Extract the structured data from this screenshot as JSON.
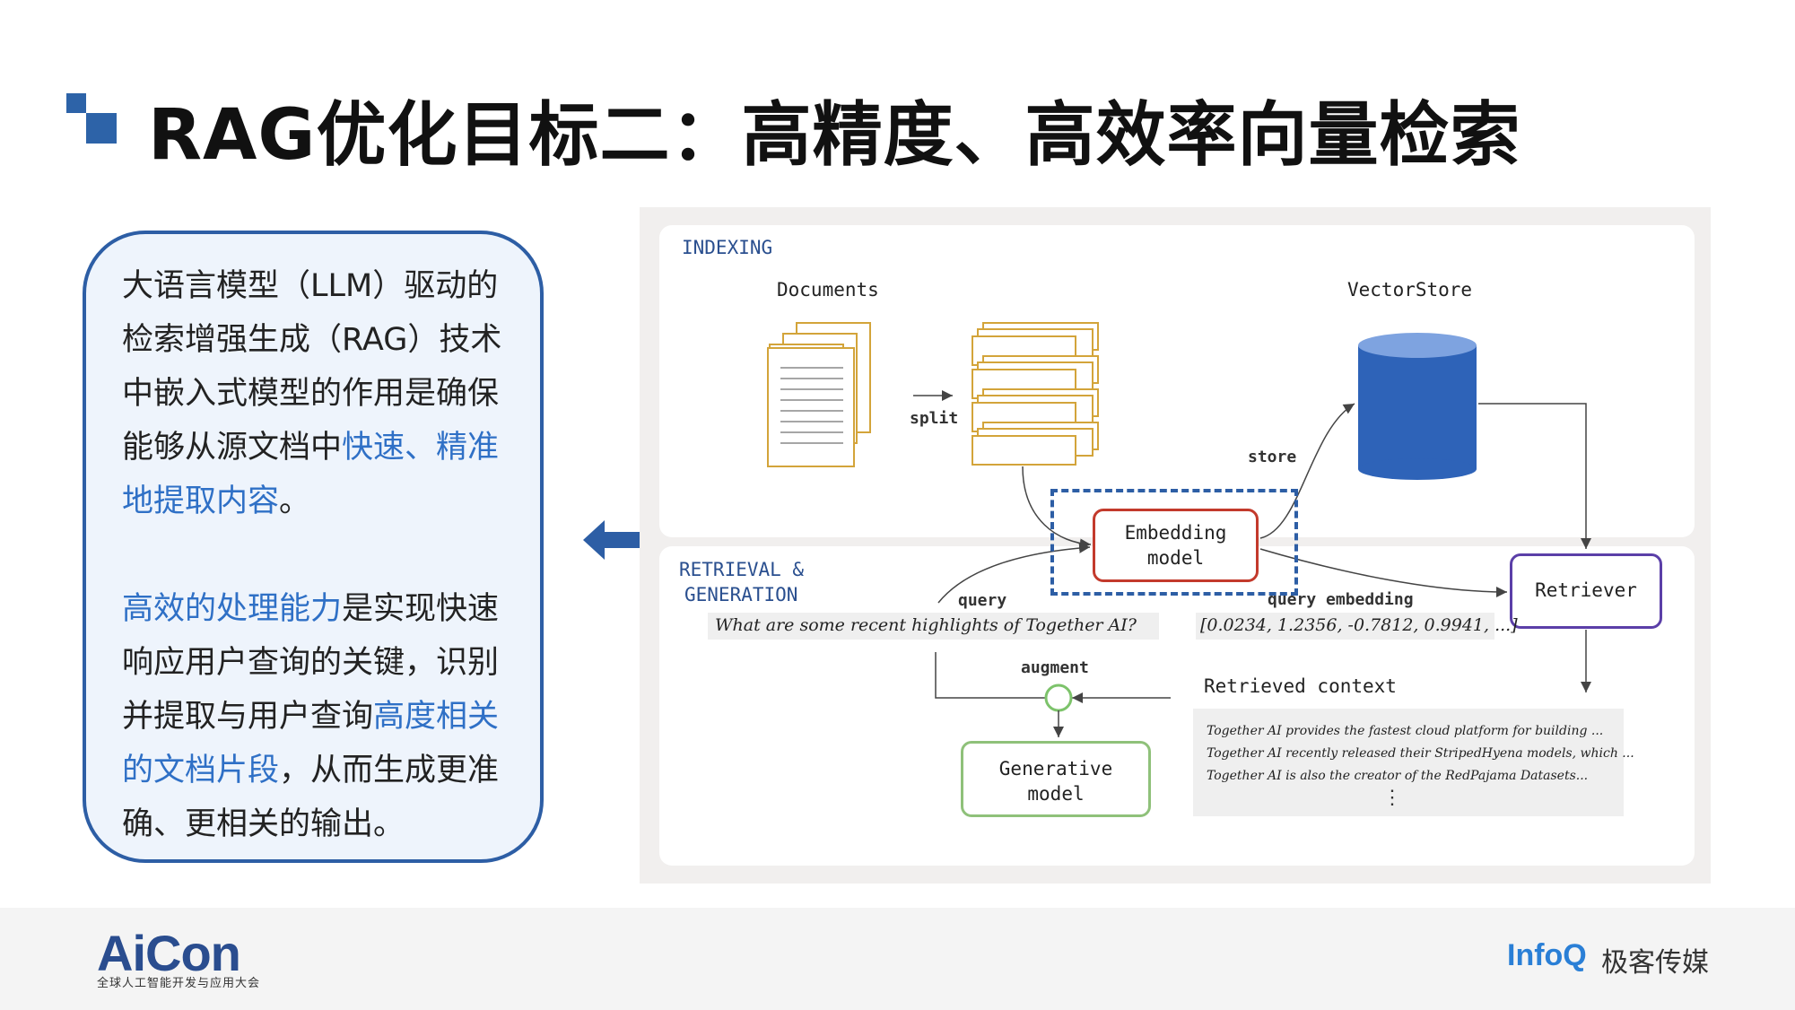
{
  "title": "RAG优化目标二：高精度、高效率向量检索",
  "left_panel": {
    "p1_a": "大语言模型（LLM）驱动的检索增强生成（RAG）技术中嵌入式模型的作用是确保能够从源文档中",
    "p1_hl": "快速、精准地提取内容",
    "p1_b": "。",
    "p2_hl1": "高效的处理能力",
    "p2_a": "是实现快速响应用户查询的关键，识别并提取与用户查询",
    "p2_hl2": "高度相关的文档片段",
    "p2_b": "，从而生成更准确、更相关的输出。"
  },
  "diagram": {
    "indexing_label": "INDEXING",
    "documents_label": "Documents",
    "split_label": "split",
    "vectorstore_label": "VectorStore",
    "store_label": "store",
    "embedding_model_l1": "Embedding",
    "embedding_model_l2": "model",
    "retrieval_label_l1": "RETRIEVAL &",
    "retrieval_label_l2": "GENERATION",
    "query_label": "query",
    "query_text": "What are some recent highlights of Together AI?",
    "query_embedding_label": "query embedding",
    "embedding_vector": "[0.0234, 1.2356, -0.7812, 0.9941, ...]",
    "retriever_label": "Retriever",
    "augment_label": "augment",
    "retrieved_context_label": "Retrieved context",
    "context_lines": [
      "Together AI provides the fastest cloud platform for building ...",
      "Together AI recently released their StripedHyena models, which ...",
      "Together AI is also the creator of the RedPajama Datasets..."
    ],
    "context_more": "⋮",
    "generative_model_l1": "Generative",
    "generative_model_l2": "model"
  },
  "footer": {
    "aicon_logo": "AiCon",
    "aicon_sub": "全球人工智能开发与应用大会",
    "infoq": "InfoQ",
    "geek": "极客传媒"
  },
  "colors": {
    "accent_blue": "#2d5ea5",
    "highlight_blue": "#2f70c6",
    "embed_red": "#c33a2c",
    "retriever_purple": "#5b3fa8",
    "generative_green": "#8fc17a",
    "doc_gold": "#d3a43a",
    "db_blue": "#2e63b8"
  }
}
